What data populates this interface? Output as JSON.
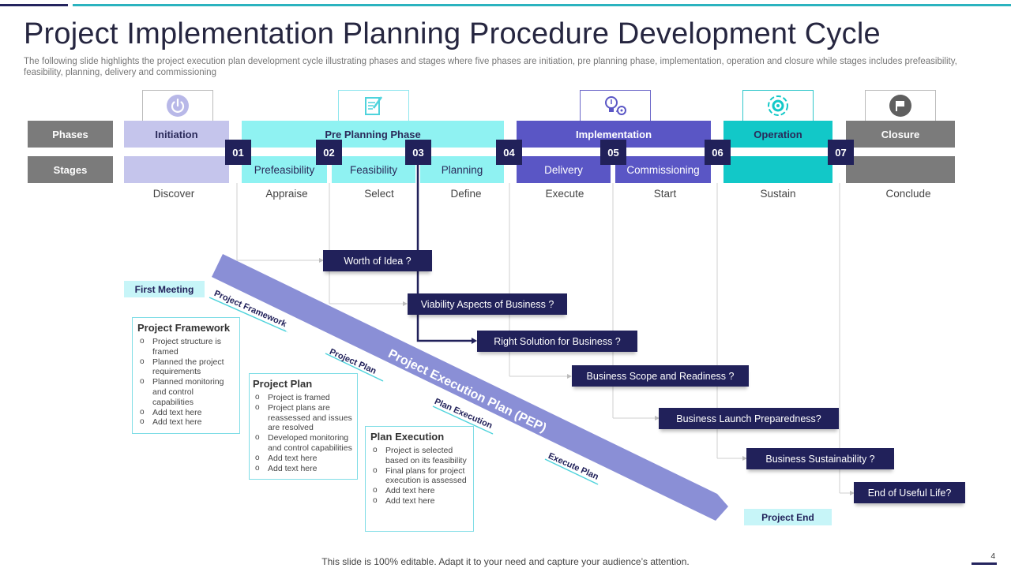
{
  "title": "Project Implementation Planning Procedure Development Cycle",
  "subtitle": "The following slide highlights the project execution plan development cycle illustrating phases and stages where five phases are initiation, pre planning phase, implementation, operation and closure while stages includes prefeasibility, feasibility, planning, delivery and commissioning",
  "row_labels": {
    "phases": "Phases",
    "stages": "Stages"
  },
  "phases": [
    {
      "label": "Initiation",
      "color": "#c5c5ec",
      "text_color": "#2a2a5a",
      "icon": "power-icon"
    },
    {
      "label": "Pre Planning Phase",
      "color": "#8ff2f2",
      "text_color": "#2a2a5a",
      "icon": "document-edit-icon"
    },
    {
      "label": "Implementation",
      "color": "#5a56c5",
      "text_color": "#ffffff",
      "icon": "lightbulb-gear-icon"
    },
    {
      "label": "Operation",
      "color": "#12c8c8",
      "text_color": "#2a2a5a",
      "icon": "gear-cycle-icon"
    },
    {
      "label": "Closure",
      "color": "#7b7b7b",
      "text_color": "#ffffff",
      "icon": "stop-flag-icon"
    }
  ],
  "stages": [
    "Prefeasibility",
    "Feasibility",
    "Planning",
    "Delivery",
    "Commissioning"
  ],
  "numbers": [
    "01",
    "02",
    "03",
    "04",
    "05",
    "06",
    "07"
  ],
  "activities": [
    "Discover",
    "Appraise",
    "Select",
    "Define",
    "Execute",
    "Start",
    "Sustain",
    "Conclude"
  ],
  "questions": [
    "Worth of Idea ?",
    "Viability Aspects of Business ?",
    "Right Solution for Business ?",
    "Business Scope and Readiness ?",
    "Business Launch Preparedness?",
    "Business Sustainability ?",
    "End of Useful Life?"
  ],
  "first_meeting": "First Meeting",
  "project_end": "Project End",
  "pep_label": "Project Execution Plan (PEP)",
  "diagonal_labels": [
    "Project Framework",
    "Project Plan",
    "Plan Execution",
    "Execute Plan"
  ],
  "cards": [
    {
      "title": "Project Framework",
      "items": [
        "Project structure is framed",
        "Planned the project requirements",
        "Planned monitoring and control capabilities",
        "Add text here",
        "Add text here"
      ]
    },
    {
      "title": "Project Plan",
      "items": [
        "Project is framed",
        "Project plans are reassessed and issues are resolved",
        "Developed monitoring and control capabilities",
        "Add text here",
        "Add text here"
      ]
    },
    {
      "title": "Plan Execution",
      "items": [
        "Project is selected based on its feasibility",
        "Final plans for project execution is assessed",
        "Add text here",
        "Add text here"
      ]
    }
  ],
  "footer": "This slide is 100% editable. Adapt it to your need and capture your audience’s attention.",
  "page_number": "4",
  "colors": {
    "dark_navy": "#21215a",
    "teal_accent": "#2bb3bf",
    "pep_arrow": "#8a8fd6",
    "card_border": "#7fdde6"
  }
}
